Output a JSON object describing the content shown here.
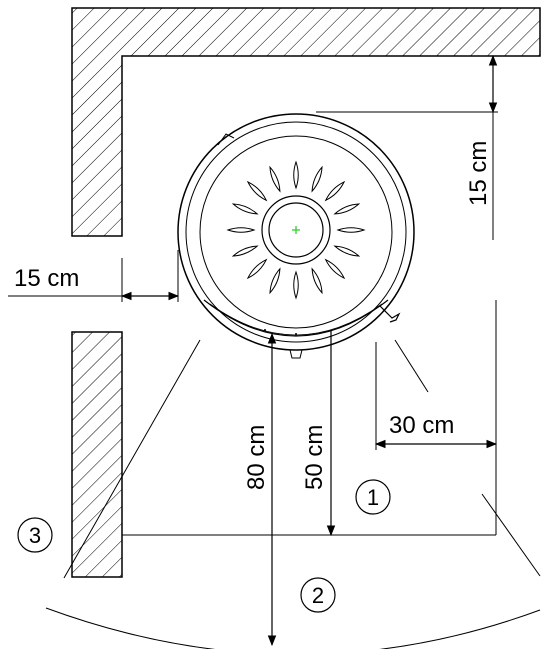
{
  "dimensions": {
    "top_clearance": "15 cm",
    "side_clearance": "15 cm",
    "front_to_zone1": "50 cm",
    "front_to_zone2": "80 cm",
    "right_clearance": "30 cm"
  },
  "zones": {
    "zone1": "1",
    "zone2": "2",
    "zone3": "3"
  },
  "colors": {
    "line": "#000000",
    "center_mark": "#22cc22",
    "background": "#ffffff"
  }
}
